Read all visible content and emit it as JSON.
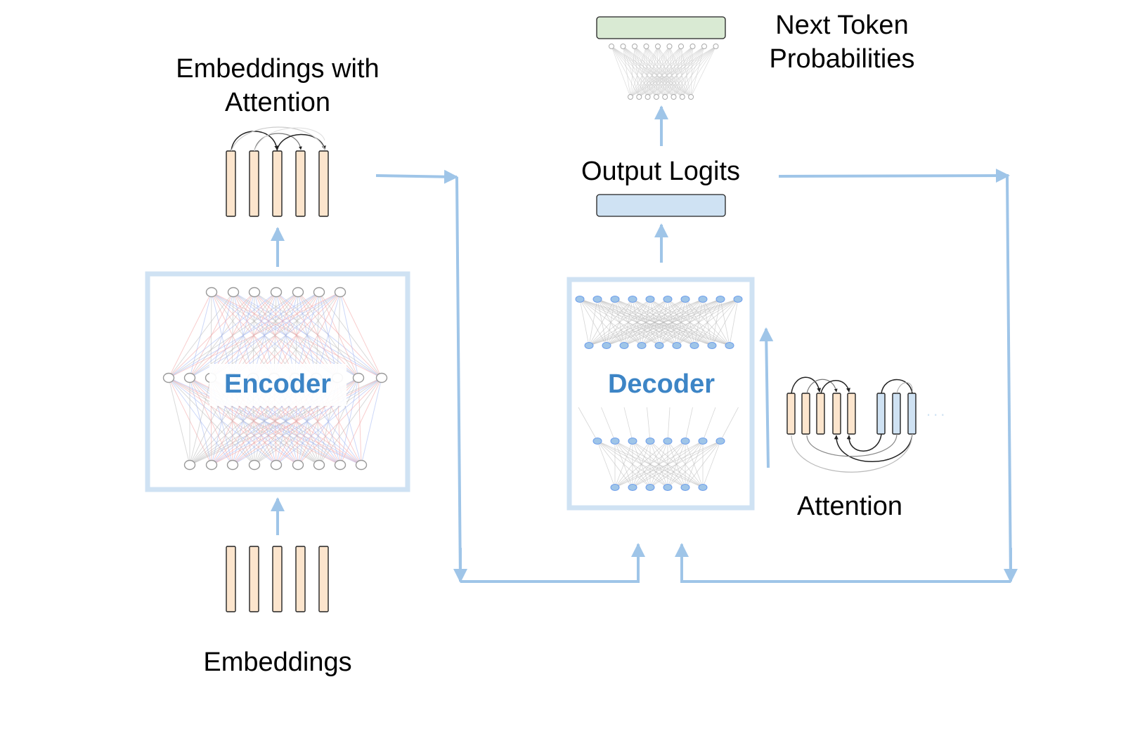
{
  "labels": {
    "embeddings": "Embeddings",
    "embeddings_with_attention_line1": "Embeddings with",
    "embeddings_with_attention_line2": "Attention",
    "encoder": "Encoder",
    "decoder": "Decoder",
    "output_logits": "Output Logits",
    "next_token_line1": "Next Token",
    "next_token_line2": "Probabilities",
    "attention": "Attention",
    "ellipsis": "..."
  },
  "colors": {
    "arrow": "#9fc5e8",
    "box_border": "#cfe2f3",
    "token_fill": "#fce5cd",
    "token_blue_fill": "#cfe2f3",
    "logits_fill": "#cfe2f3",
    "probabilities_fill": "#d9ead3",
    "title": "#3d85c6",
    "node_fill_decoder": "#9fc5e8",
    "node_stroke_decoder": "#6d9eeb",
    "edge_red": "#f4a6a6",
    "edge_blue": "#a4b8f4",
    "edge_gray": "#bbbbbb"
  }
}
